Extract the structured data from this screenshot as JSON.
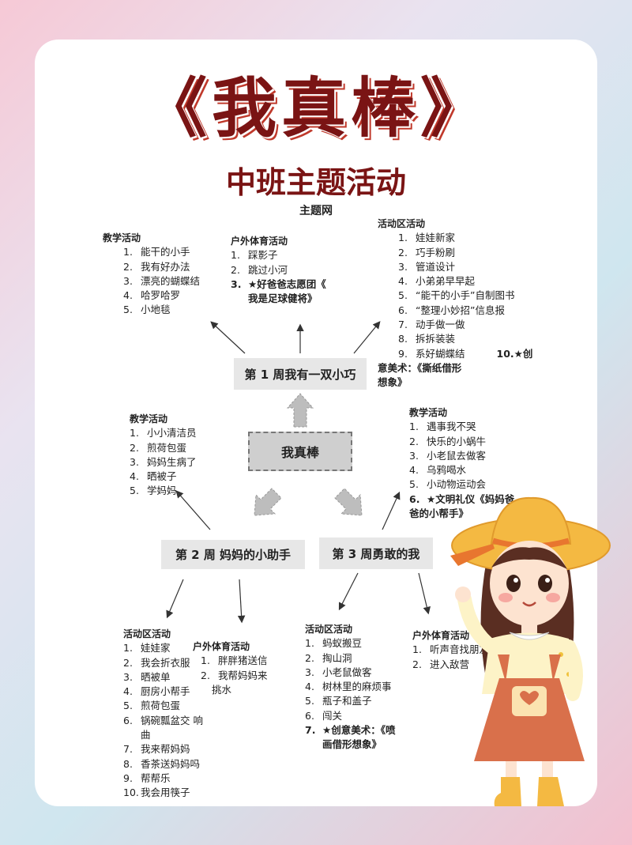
{
  "title": "《我真棒》",
  "subtitle": "中班主题活动",
  "web_label": "主题网",
  "center_node": "我真棒",
  "week1": {
    "box": "第 1 周我有一双小巧",
    "teaching": {
      "heading": "教学活动",
      "items": [
        {
          "n": "1.",
          "t": "能干的小手"
        },
        {
          "n": "2.",
          "t": "我有好办法"
        },
        {
          "n": "3.",
          "t": "漂亮的蝴蝶结"
        },
        {
          "n": "4.",
          "t": "哈罗哈罗"
        },
        {
          "n": "5.",
          "t": "小地毯"
        }
      ]
    },
    "outdoor": {
      "heading": "户外体育活动",
      "items": [
        {
          "n": "1.",
          "t": "踩影子"
        },
        {
          "n": "2.",
          "t": "跳过小河"
        },
        {
          "n": "3.",
          "t": "★好爸爸志愿团《"
        }
      ],
      "cont": "我是足球健将》"
    },
    "area": {
      "heading": "活动区活动",
      "items": [
        {
          "n": "1.",
          "t": "娃娃新家"
        },
        {
          "n": "2.",
          "t": "巧手粉刷"
        },
        {
          "n": "3.",
          "t": "管道设计"
        },
        {
          "n": "4.",
          "t": "小弟弟早早起"
        },
        {
          "n": "5.",
          "t": "“能干的小手”自制图书"
        },
        {
          "n": "6.",
          "t": "“整理小妙招”信息报"
        },
        {
          "n": "7.",
          "t": "动手做一做"
        },
        {
          "n": "8.",
          "t": "拆拆装装"
        },
        {
          "n": "9.",
          "t": "系好蝴蝶结"
        }
      ],
      "item10": "10.★创",
      "cont1": "意美术：《撕纸借形",
      "cont2": "想象》"
    }
  },
  "week2": {
    "box": "第 2 周 妈妈的小助手",
    "teaching": {
      "heading": "教学活动",
      "items": [
        {
          "n": "1.",
          "t": "小小清洁员"
        },
        {
          "n": "2.",
          "t": "煎荷包蛋"
        },
        {
          "n": "3.",
          "t": "妈妈生病了"
        },
        {
          "n": "4.",
          "t": "晒被子"
        },
        {
          "n": "5.",
          "t": "学妈妈"
        }
      ]
    },
    "area": {
      "heading": "活动区活动",
      "items": [
        {
          "n": "1.",
          "t": "娃娃家"
        },
        {
          "n": "2.",
          "t": "我会折衣服"
        },
        {
          "n": "3.",
          "t": "晒被单"
        },
        {
          "n": "4.",
          "t": "厨房小帮手"
        },
        {
          "n": "5.",
          "t": "煎荷包蛋"
        },
        {
          "n": "6.",
          "t": "锅碗瓢盆交 响"
        },
        {
          "n": "",
          "t": "曲"
        },
        {
          "n": "7.",
          "t": "我来帮妈妈"
        },
        {
          "n": "8.",
          "t": "香茶送妈妈吗"
        },
        {
          "n": "9.",
          "t": "帮帮乐"
        },
        {
          "n": "10.",
          "t": "我会用筷子"
        }
      ]
    },
    "outdoor": {
      "heading": "户外体育活动",
      "items": [
        {
          "n": "1.",
          "t": "胖胖猪送信"
        },
        {
          "n": "2.",
          "t": "我帮妈妈来"
        }
      ],
      "cont": "挑水"
    }
  },
  "week3": {
    "box": "第 3 周勇敢的我",
    "teaching": {
      "heading": "教学活动",
      "items": [
        {
          "n": "1.",
          "t": "遇事我不哭"
        },
        {
          "n": "2.",
          "t": "快乐的小蜗牛"
        },
        {
          "n": "3.",
          "t": "小老鼠去做客"
        },
        {
          "n": "4.",
          "t": "乌鸦喝水"
        },
        {
          "n": "5.",
          "t": "小动物运动会"
        },
        {
          "n": "6.",
          "t": "★文明礼仪《妈妈爸"
        }
      ],
      "cont": "爸的小帮手》"
    },
    "area": {
      "heading": "活动区活动",
      "items": [
        {
          "n": "1.",
          "t": "蚂蚁搬豆"
        },
        {
          "n": "2.",
          "t": "掏山洞"
        },
        {
          "n": "3.",
          "t": "小老鼠做客"
        },
        {
          "n": "4.",
          "t": "树林里的麻烦事"
        },
        {
          "n": "5.",
          "t": "瓶子和盖子"
        },
        {
          "n": "6.",
          "t": "闯关"
        },
        {
          "n": "7.",
          "t": "★创意美术：《喷"
        }
      ],
      "cont": "画借形想象》"
    },
    "outdoor": {
      "heading": "户外体育活动",
      "items": [
        {
          "n": "1.",
          "t": "听声音找朋友"
        },
        {
          "n": "2.",
          "t": "进入敌营"
        }
      ]
    }
  }
}
